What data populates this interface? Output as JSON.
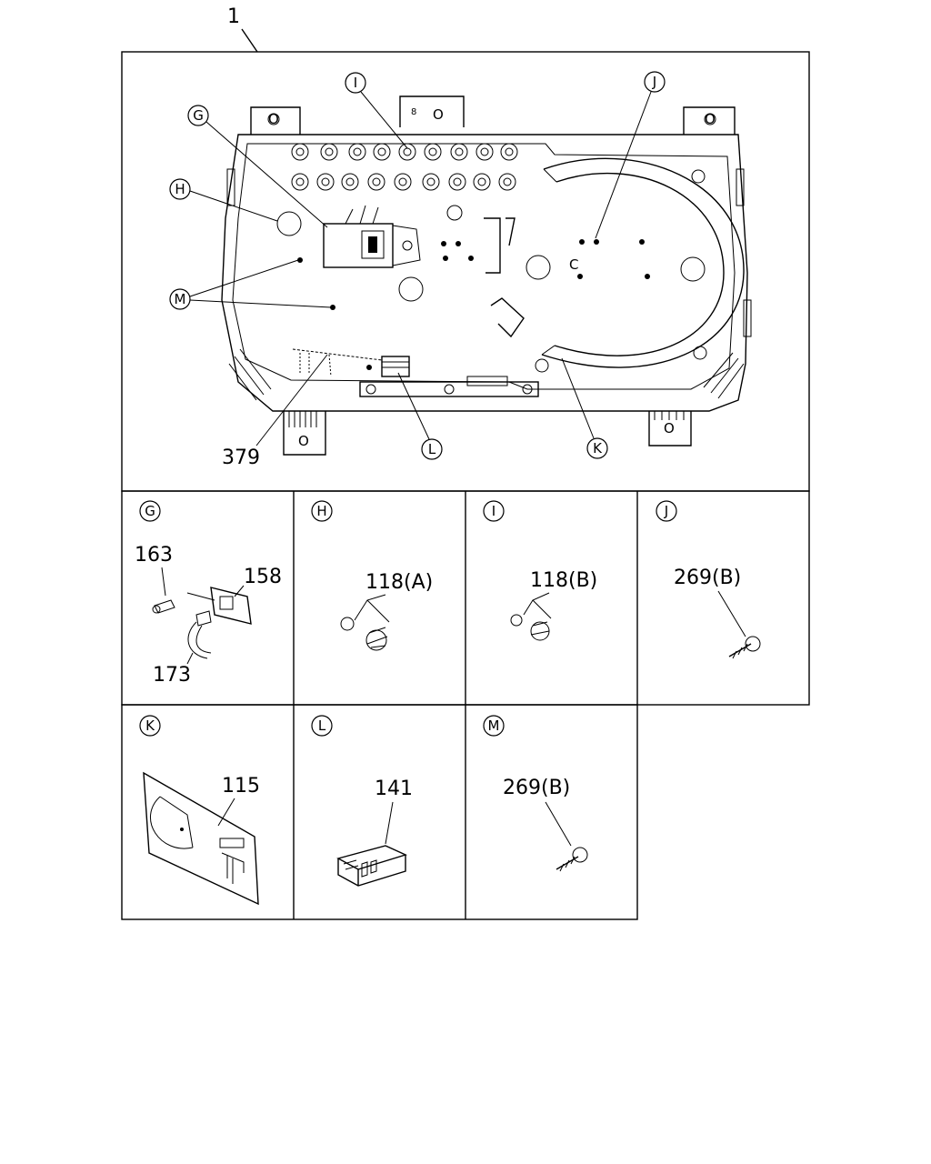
{
  "main": {
    "assembly_number": "1",
    "callouts": {
      "g": "G",
      "h": "H",
      "i": "I",
      "j": "J",
      "k": "K",
      "l": "L",
      "m": "M"
    },
    "part_379": "379",
    "letter_c": "C",
    "letter_o1": "O",
    "letter_o2": "O",
    "letter_o3": "O",
    "letter_o4": "O",
    "letter_o5": "O",
    "letter_8": "8"
  },
  "details": {
    "g": {
      "letter": "G",
      "parts": [
        "163",
        "158",
        "173"
      ]
    },
    "h": {
      "letter": "H",
      "parts": [
        "118(A)"
      ]
    },
    "i": {
      "letter": "I",
      "parts": [
        "118(B)"
      ]
    },
    "j": {
      "letter": "J",
      "parts": [
        "269(B)"
      ]
    },
    "k": {
      "letter": "K",
      "parts": [
        "115"
      ]
    },
    "l": {
      "letter": "L",
      "parts": [
        "141"
      ]
    },
    "m": {
      "letter": "M",
      "parts": [
        "269(B)"
      ]
    }
  }
}
